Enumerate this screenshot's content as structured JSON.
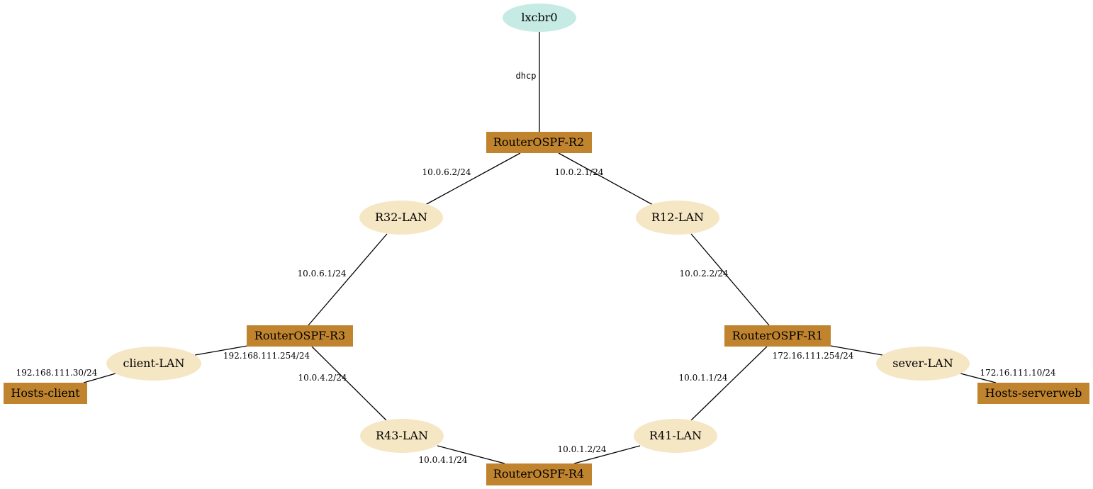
{
  "colors": {
    "router_fill": "#c1842e",
    "lan_fill": "#f5e6c4",
    "bridge_fill": "#c6ebe4",
    "edge": "#000000",
    "background": "#ffffff"
  },
  "nodes": {
    "lxcbr0": "lxcbr0",
    "r2": "RouterOSPF-R2",
    "r32_lan": "R32-LAN",
    "r12_lan": "R12-LAN",
    "r3": "RouterOSPF-R3",
    "r1": "RouterOSPF-R1",
    "client_lan": "client-LAN",
    "sever_lan": "sever-LAN",
    "hosts_client": "Hosts-client",
    "hosts_serverweb": "Hosts-serverweb",
    "r43_lan": "R43-LAN",
    "r41_lan": "R41-LAN",
    "r4": "RouterOSPF-R4"
  },
  "edge_labels": {
    "dhcp": "dhcp",
    "r2_r32": "10.0.6.2/24",
    "r2_r12": "10.0.2.1/24",
    "r3_r32": "10.0.6.1/24",
    "r1_r12": "10.0.2.2/24",
    "r3_client": "192.168.111.254/24",
    "hosts_client": "192.168.111.30/24",
    "r1_sever": "172.16.111.254/24",
    "hosts_serverweb": "172.16.111.10/24",
    "r3_r43": "10.0.4.2/24",
    "r1_r41": "10.0.1.1/24",
    "r4_r43": "10.0.4.1/24",
    "r4_r41": "10.0.1.2/24"
  }
}
